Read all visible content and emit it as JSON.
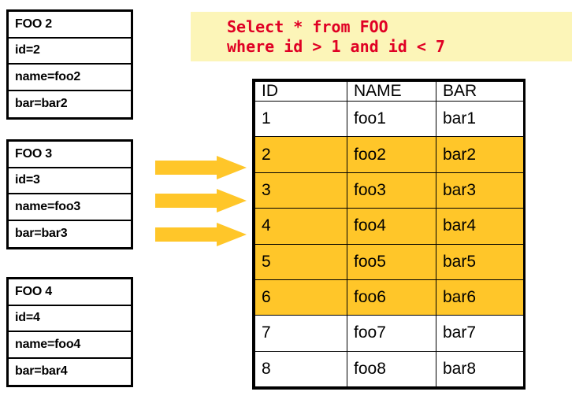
{
  "entities": [
    {
      "title": "FOO 2",
      "fields": [
        "id=2",
        "name=foo2",
        "bar=bar2"
      ]
    },
    {
      "title": "FOO 3",
      "fields": [
        "id=3",
        "name=foo3",
        "bar=bar3"
      ]
    },
    {
      "title": "FOO 4",
      "fields": [
        "id=4",
        "name=foo4",
        "bar=bar4"
      ]
    }
  ],
  "arrows": {
    "count": 3,
    "direction": "right",
    "icon": "right-arrow-icon",
    "color": "#ffc629"
  },
  "sql": {
    "line1": "Select * from FOO",
    "line2": "where id > 1 and id < 7",
    "text_color": "#e00024",
    "background_color": "#fcf5b8"
  },
  "table": {
    "columns": [
      "ID",
      "NAME",
      "BAR"
    ],
    "highlight_color": "#ffc629",
    "rows": [
      {
        "id": "1",
        "name": "foo1",
        "bar": "bar1",
        "highlighted": false
      },
      {
        "id": "2",
        "name": "foo2",
        "bar": "bar2",
        "highlighted": true
      },
      {
        "id": "3",
        "name": "foo3",
        "bar": "bar3",
        "highlighted": true
      },
      {
        "id": "4",
        "name": "foo4",
        "bar": "bar4",
        "highlighted": true
      },
      {
        "id": "5",
        "name": "foo5",
        "bar": "bar5",
        "highlighted": true
      },
      {
        "id": "6",
        "name": "foo6",
        "bar": "bar6",
        "highlighted": true
      },
      {
        "id": "7",
        "name": "foo7",
        "bar": "bar7",
        "highlighted": false
      },
      {
        "id": "8",
        "name": "foo8",
        "bar": "bar8",
        "highlighted": false
      }
    ]
  }
}
